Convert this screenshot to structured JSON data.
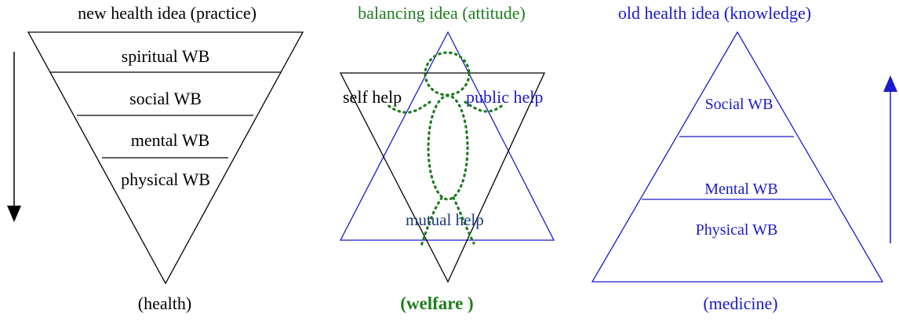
{
  "colors": {
    "black": "#000000",
    "green": "#1e7d1e",
    "blue": "#1a1acc",
    "navy": "#1b3a78"
  },
  "left": {
    "title": "new health idea (practice)",
    "levels": [
      "spiritual WB",
      "social WB",
      "mental WB",
      "physical WB"
    ],
    "footer": "(health)",
    "arrow_direction": "down"
  },
  "middle": {
    "title": "balancing idea (attitude)",
    "self_help": "self help",
    "public_help": "public help",
    "mutual_help": "mutual help",
    "footer": "(welfare )"
  },
  "right": {
    "title": "old health idea (knowledge)",
    "levels": [
      "Social WB",
      "Mental WB",
      "Physical WB"
    ],
    "footer": "(medicine)",
    "arrow_direction": "up"
  }
}
